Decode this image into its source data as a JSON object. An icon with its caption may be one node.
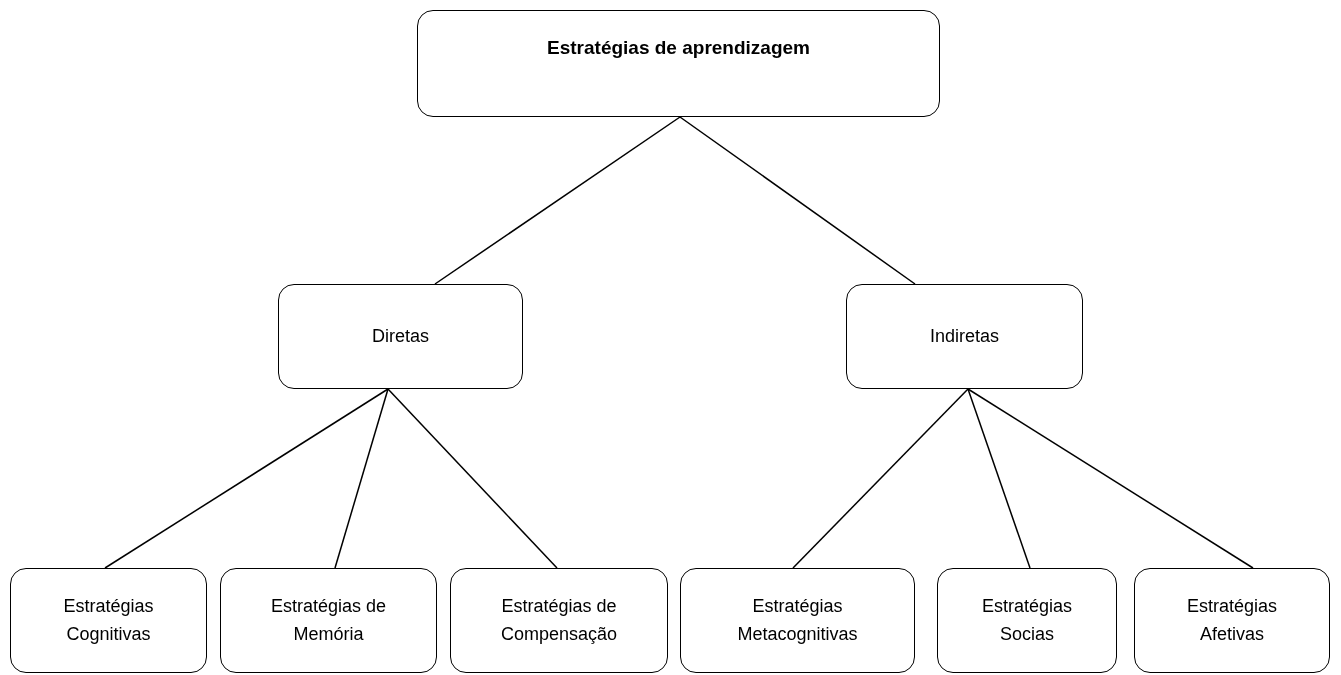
{
  "diagram": {
    "nodes": [
      {
        "text": [
          "Estratégias de aprendizagem"
        ]
      },
      {
        "text": [
          "Diretas"
        ]
      },
      {
        "text": [
          "Indiretas"
        ]
      },
      {
        "text": [
          "Estratégias Cognitivas"
        ]
      },
      {
        "text": [
          "Estratégias de Memória"
        ]
      },
      {
        "text": [
          "Estratégias de Compensação"
        ]
      },
      {
        "text": [
          "Estratégias Metacognitivas"
        ]
      },
      {
        "text": [
          "Estratégias Socias"
        ]
      },
      {
        "text": [
          "Estratégias Afetivas"
        ]
      }
    ],
    "edges": [
      {
        "from": 0,
        "to": 1,
        "arrow": "none"
      },
      {
        "from": 0,
        "to": 2,
        "arrow": "none"
      },
      {
        "from": 1,
        "to": 3,
        "arrow": "none"
      },
      {
        "from": 1,
        "to": 4,
        "arrow": "none"
      },
      {
        "from": 1,
        "to": 5,
        "arrow": "none"
      },
      {
        "from": 2,
        "to": 6,
        "arrow": "none"
      },
      {
        "from": 2,
        "to": 7,
        "arrow": "none"
      },
      {
        "from": 2,
        "to": 8,
        "arrow": "none"
      }
    ]
  }
}
